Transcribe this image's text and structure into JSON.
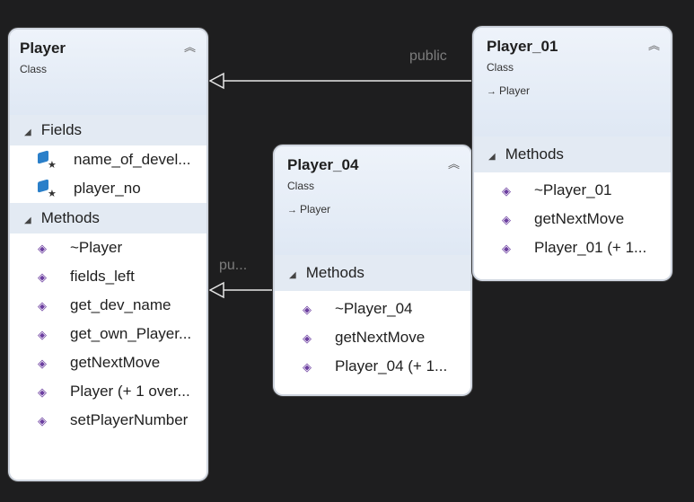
{
  "classes": {
    "player": {
      "name": "Player",
      "kind": "Class",
      "collapse_icon": "double-chevron-up-icon",
      "fields_label": "Fields",
      "fields": [
        "name_of_devel...",
        "player_no"
      ],
      "methods_label": "Methods",
      "methods": [
        "~Player",
        "fields_left",
        "get_dev_name",
        "get_own_Player...",
        "getNextMove",
        "Player (+ 1 over...",
        "setPlayerNumber"
      ]
    },
    "player04": {
      "name": "Player_04",
      "kind": "Class",
      "base": "Player",
      "collapse_icon": "double-chevron-up-icon",
      "methods_label": "Methods",
      "methods": [
        "~Player_04",
        "getNextMove",
        "Player_04 (+ 1..."
      ]
    },
    "player01": {
      "name": "Player_01",
      "kind": "Class",
      "base": "Player",
      "collapse_icon": "double-chevron-up-icon",
      "methods_label": "Methods",
      "methods": [
        "~Player_01",
        "getNextMove",
        "Player_01 (+ 1..."
      ]
    }
  },
  "connectors": {
    "c1_label": "public",
    "c2_label": "pu..."
  },
  "colors": {
    "background": "#1e1e1f",
    "card_border": "#d0d6e0",
    "method_icon": "#6c3fa0",
    "field_icon": "#2a7fc9"
  }
}
